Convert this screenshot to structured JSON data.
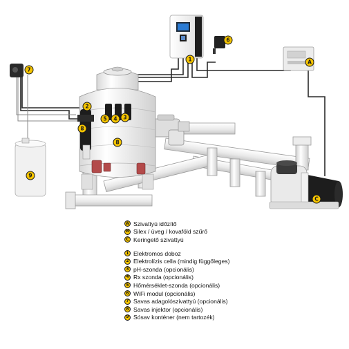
{
  "badges": {
    "a": "A",
    "b": "B",
    "c": "C",
    "n1": "1",
    "n2": "2",
    "n3": "3",
    "n4": "4",
    "n5": "5",
    "n6": "6",
    "n7": "7",
    "n8": "8",
    "n9": "9"
  },
  "legend": {
    "letters": [
      {
        "badge": "A",
        "text": "Szivattyú időzítő"
      },
      {
        "badge": "B",
        "text": "Silex / üveg / kovaföld szűrő"
      },
      {
        "badge": "C",
        "text": "Keringető szivattyú"
      }
    ],
    "numbers": [
      {
        "badge": "1",
        "text": "Elektromos doboz"
      },
      {
        "badge": "2",
        "text": "Elektrolízis cella (mindig függőleges)"
      },
      {
        "badge": "3",
        "text": "pH-szonda (opcionális)"
      },
      {
        "badge": "4",
        "text": "Rx szonda (opcionális)"
      },
      {
        "badge": "5",
        "text": "Hőmérséklet-szonda (opcionális)"
      },
      {
        "badge": "6",
        "text": "WiFi modul (opcionális)"
      },
      {
        "badge": "7",
        "text": "Savas adagolószivattyú (opcionális)"
      },
      {
        "badge": "8",
        "text": "Savas injektor (opcionális)"
      },
      {
        "badge": "9",
        "text": "Sósav konténer (nem tartozék)"
      }
    ]
  },
  "colors": {
    "badge_fill": "#f5c400",
    "pipe": "#f2f2f2",
    "valve": "#b34a4a",
    "device_dark": "#1d1d1d",
    "screen_blue": "#2a7bd4"
  }
}
